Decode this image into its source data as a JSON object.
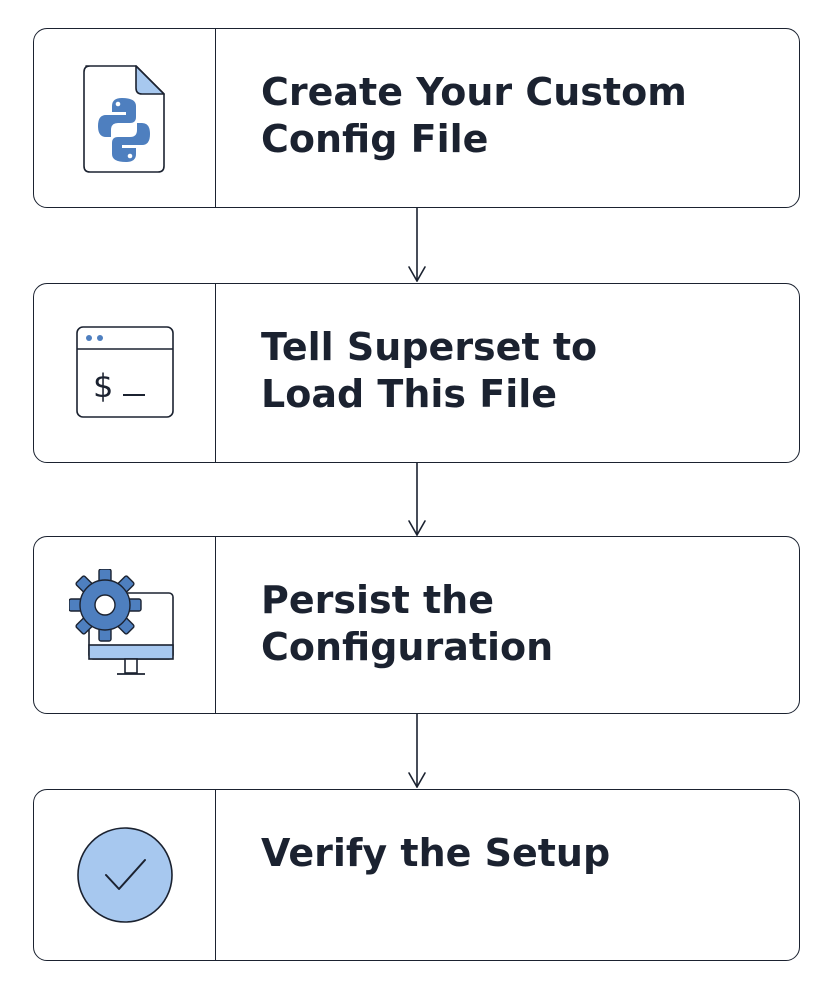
{
  "steps": [
    {
      "lines": [
        "Create Your Custom",
        "Config File"
      ],
      "icon": "python-file-icon"
    },
    {
      "lines": [
        "Tell Superset to",
        "Load This File"
      ],
      "icon": "terminal-icon"
    },
    {
      "lines": [
        "Persist the",
        "Configuration"
      ],
      "icon": "gear-monitor-icon"
    },
    {
      "lines": [
        "Verify the Setup"
      ],
      "icon": "check-circle-icon"
    }
  ],
  "colors": {
    "ink": "#1b2230",
    "accent_blue": "#4e7fbf",
    "light_blue": "#a7c8ef"
  }
}
